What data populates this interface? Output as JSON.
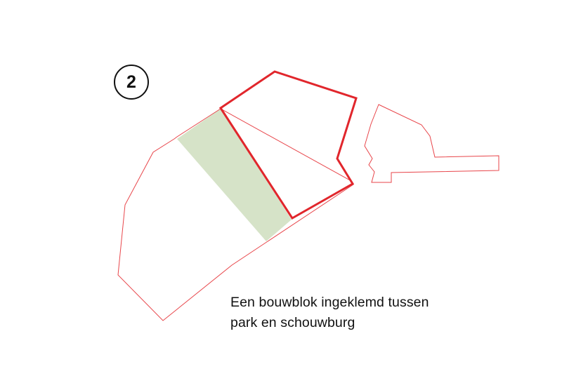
{
  "badge": {
    "number": "2"
  },
  "caption": {
    "line1": "Een bouwblok ingeklemd tussen",
    "line2": "park en schouwburg"
  },
  "colors": {
    "outline": "#e1262c",
    "thin_outline": "#e8454a",
    "park_fill": "#d6e3c8",
    "text": "#111111"
  }
}
